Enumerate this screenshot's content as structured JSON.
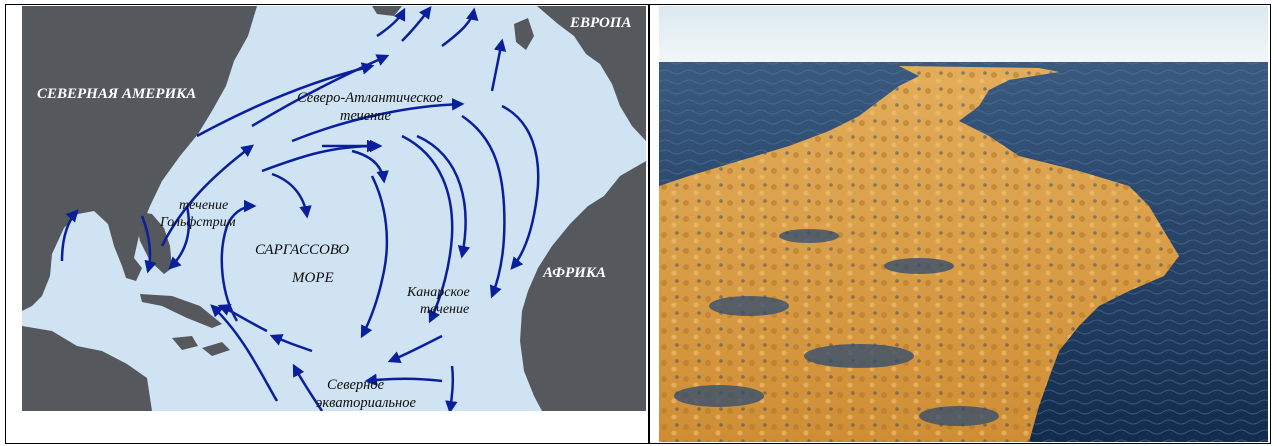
{
  "map": {
    "labels": {
      "north_america": "СЕВЕРНАЯ АМЕРИКА",
      "europe": "ЕВРОПА",
      "africa": "АФРИКА",
      "north_atlantic_1": "Северо-Атлантическое",
      "north_atlantic_2": "течение",
      "gulf_stream_1": "течение",
      "gulf_stream_2": "Гольфстрим",
      "sargasso_1": "САРГАССОВО",
      "sargasso_2": "МОРЕ",
      "canary_1": "Канарское",
      "canary_2": "течение",
      "equatorial_1": "Северное",
      "equatorial_2": "экваториальное"
    },
    "colors": {
      "ocean": "#cfe3f3",
      "land": "#55585c",
      "arrow": "#0a1f9c"
    }
  },
  "photo": {
    "icon": "sargassum-sea-photo",
    "colors": {
      "sky": "#e8f1f6",
      "sea": "#1f3c63",
      "seaweed": "#d99a3c"
    }
  }
}
